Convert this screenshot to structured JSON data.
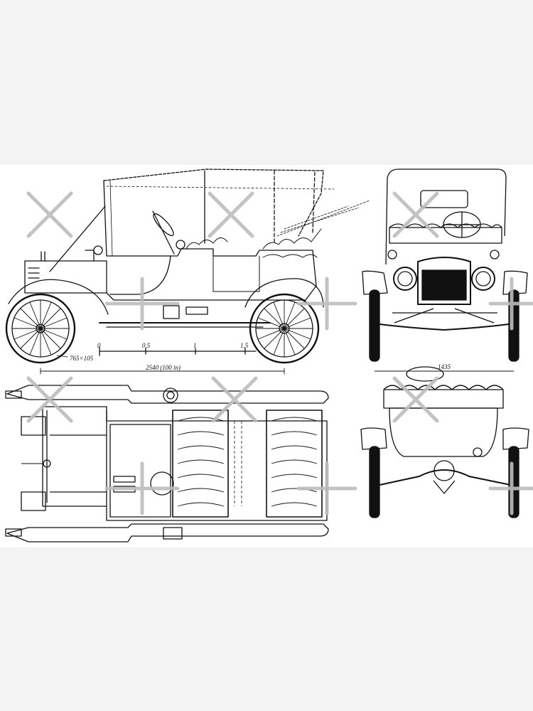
{
  "side_view": {
    "scale_marks": [
      "0",
      "0,5",
      "1",
      "1,5"
    ],
    "tire_label": "765×105",
    "wheelbase_label": "2540 (100 in)"
  },
  "front_view": {
    "track_label": "1435"
  },
  "colors": {
    "background": "#f3f3f3",
    "sheet": "#ffffff",
    "ink": "#111111",
    "watermark": "#bdbdbd"
  }
}
